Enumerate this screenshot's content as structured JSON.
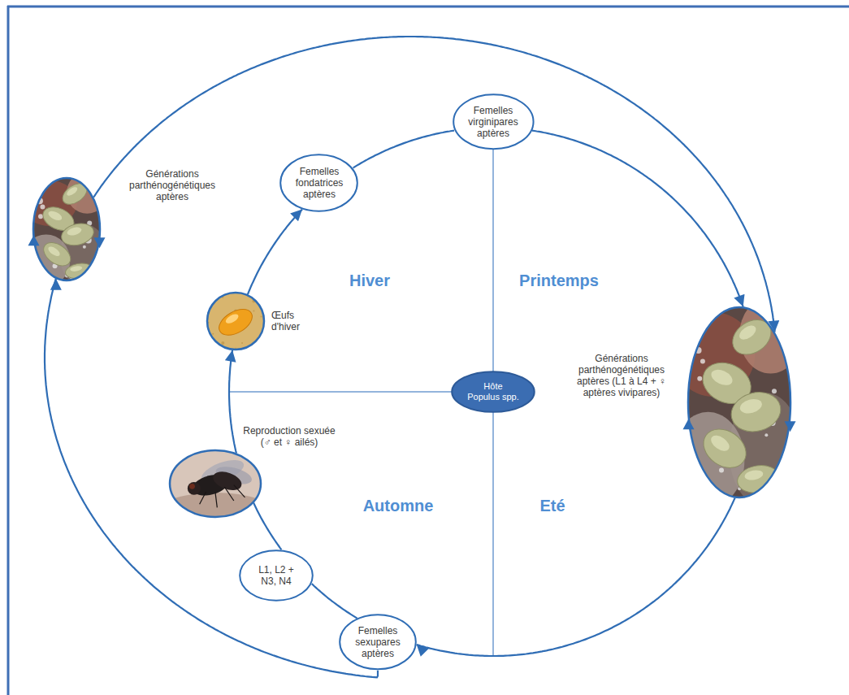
{
  "diagram": {
    "nodes": [
      {
        "text": [
          "Femelles virginipares aptères"
        ]
      },
      {
        "text": [
          "Femelles fondatrices aptères"
        ]
      },
      {
        "text": [
          "Générations parthénogénétiques aptères"
        ]
      },
      {
        "text": [
          "Œufs d'hiver"
        ]
      },
      {
        "text": [
          "Hôte Populus spp."
        ]
      },
      {
        "text": [
          "Générations parthénogénétiques aptères (L1 à L4 + ♀ aptères vivipares)"
        ]
      },
      {
        "text": [
          "Reproduction sexuée (♂ et ♀ ailés)"
        ]
      },
      {
        "text": [
          "L1, L2 + N3, N4"
        ]
      },
      {
        "text": [
          "Femelles sexupares aptères"
        ]
      }
    ],
    "edges": [
      {
        "from": 0,
        "to": 5,
        "arrow": "to"
      },
      {
        "from": 5,
        "to": 8,
        "arrow": "to"
      },
      {
        "from": 8,
        "to": 7,
        "arrow": "none"
      },
      {
        "from": 7,
        "to": 6,
        "arrow": "none"
      },
      {
        "from": 6,
        "to": 3,
        "arrow": "to"
      },
      {
        "from": 3,
        "to": 1,
        "arrow": "to"
      },
      {
        "from": 1,
        "to": 0,
        "arrow": "none"
      },
      {
        "from": 8,
        "to": 2,
        "arrow": "to"
      },
      {
        "from": 2,
        "to": 5,
        "arrow": "to"
      }
    ],
    "labels": [
      "Hiver",
      "Printemps",
      "Automne",
      "Eté"
    ]
  }
}
